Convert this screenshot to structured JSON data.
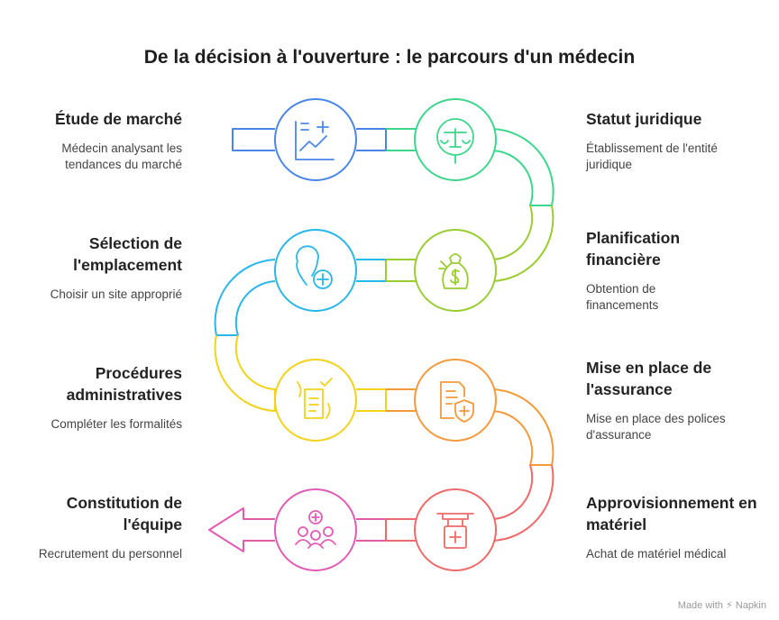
{
  "title": "De la décision à l'ouverture : le parcours d'un médecin",
  "steps": [
    {
      "title": "Étude de marché",
      "desc": "Médecin analysant les tendances du marché",
      "color": "#4A86E8",
      "icon": "chart-plus-icon"
    },
    {
      "title": "Statut juridique",
      "desc": "Établissement de l'entité juridique",
      "color": "#3DD68C",
      "icon": "scales-icon"
    },
    {
      "title": "Planification financière",
      "desc": "Obtention de financements",
      "color": "#9ACD32",
      "icon": "money-bag-icon"
    },
    {
      "title": "Sélection de l'emplacement",
      "desc": "Choisir un site approprié",
      "color": "#29B6E8",
      "icon": "location-plus-icon"
    },
    {
      "title": "Procédures administratives",
      "desc": "Compléter les formalités",
      "color": "#F2D21B",
      "icon": "document-check-icon"
    },
    {
      "title": "Mise en place de l'assurance",
      "desc": "Mise en place des polices d'assurance",
      "color": "#F39A3C",
      "icon": "insurance-document-icon"
    },
    {
      "title": "Approvisionnement en matériel",
      "desc": "Achat de matériel médical",
      "color": "#EE6A6A",
      "icon": "medical-equipment-icon"
    },
    {
      "title": "Constitution de l'équipe",
      "desc": "Recrutement du personnel",
      "color": "#E15BB5",
      "icon": "team-icon"
    }
  ],
  "footer": "Made with ⚡ Napkin"
}
